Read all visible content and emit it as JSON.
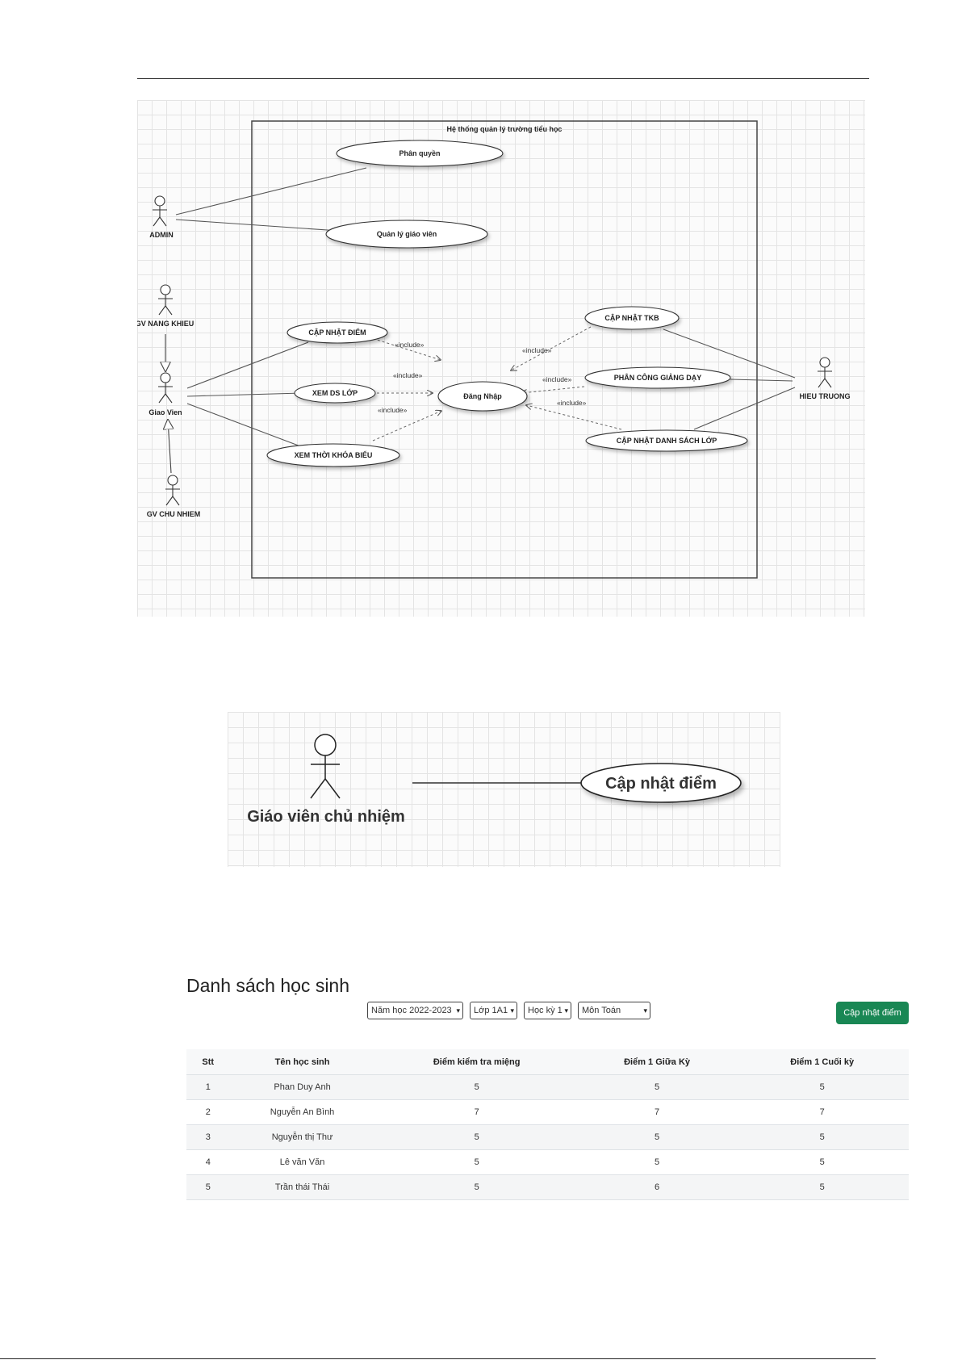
{
  "diagram1": {
    "system_title": "Hệ thống quản lý trường tiểu học",
    "actors": {
      "admin": "ADMIN",
      "gv_nang_khieu": "GV NANG KHIEU",
      "giao_vien": "Giao Vien",
      "gv_chu_nhiem": "GV CHU NHIEM",
      "hieu_truong": "HIEU TRUONG"
    },
    "use_cases": {
      "phan_quyen": "Phân quyền",
      "quan_ly_giao_vien": "Quản lý giáo viên",
      "cap_nhat_diem": "CẬP NHẬT ĐIỂM",
      "xem_ds_lop": "XEM DS LỚP",
      "xem_tkb": "XEM THỜI KHÓA BIỂU",
      "dang_nhap": "Đăng Nhập",
      "cap_nhat_tkb": "CẬP NHẬT TKB",
      "phan_cong": "PHÂN CÔNG GIẢNG DẠY",
      "cap_nhat_ds_lop": "CẬP NHẬT DANH SÁCH LỚP"
    },
    "include_label": "«include»"
  },
  "diagram2": {
    "actor": "Giáo viên chủ nhiệm",
    "use_case": "Cập nhật điểm"
  },
  "ui": {
    "title": "Danh sách học sinh",
    "filters": {
      "year": "Năm học 2022-2023",
      "class": "Lớp 1A1",
      "term": "Học kỳ 1",
      "subject": "Môn Toán"
    },
    "update_button": "Cập nhật điểm",
    "columns": [
      "Stt",
      "Tên học sinh",
      "Điểm kiểm tra miệng",
      "Điểm 1 Giữa Kỳ",
      "Điểm 1 Cuối kỳ"
    ],
    "rows": [
      [
        "1",
        "Phan Duy Anh",
        "5",
        "5",
        "5"
      ],
      [
        "2",
        "Nguyễn An Bình",
        "7",
        "7",
        "7"
      ],
      [
        "3",
        "Nguyễn thị Thư",
        "5",
        "5",
        "5"
      ],
      [
        "4",
        "Lê văn Văn",
        "5",
        "5",
        "5"
      ],
      [
        "5",
        "Trần thái Thái",
        "5",
        "6",
        "5"
      ]
    ]
  }
}
